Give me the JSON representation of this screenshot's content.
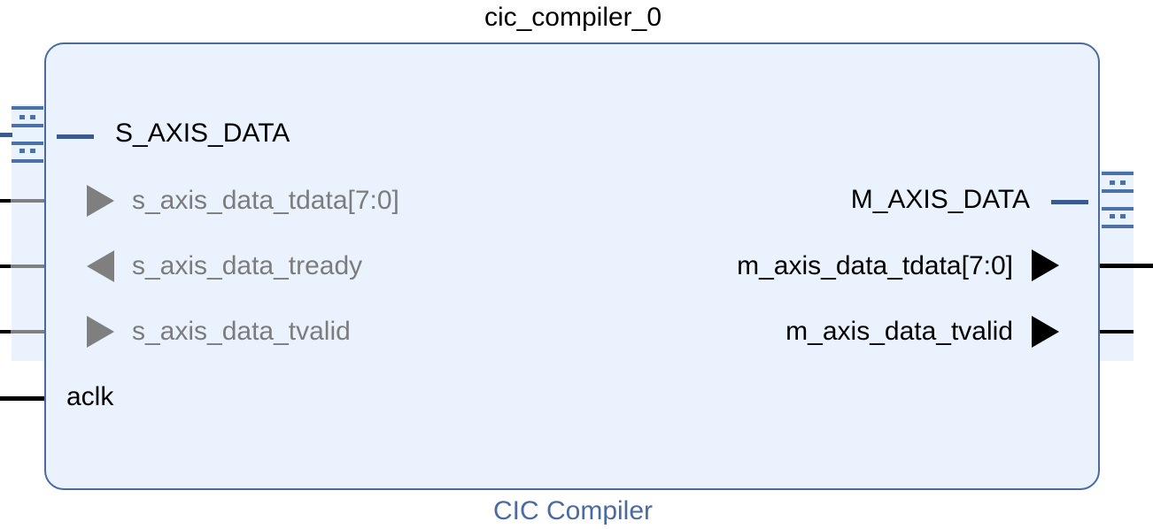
{
  "block": {
    "instance_name": "cic_compiler_0",
    "type_name": "CIC Compiler"
  },
  "inputs": {
    "bus_label": "S_AXIS_DATA",
    "tdata_label": "s_axis_data_tdata[7:0]",
    "tready_label": "s_axis_data_tready",
    "tvalid_label": "s_axis_data_tvalid",
    "clock_label": "aclk"
  },
  "outputs": {
    "bus_label": "M_AXIS_DATA",
    "tdata_label": "m_axis_data_tdata[7:0]",
    "tvalid_label": "m_axis_data_tvalid"
  },
  "colors": {
    "block_fill": "#eaf3fd",
    "block_border": "#4a6aa0",
    "type_label": "#4a6aa0",
    "dim_port": "#7c7c7c",
    "bus_icon": "#4a72a8"
  },
  "icons": {
    "bus_interface": "bus-interface-icon",
    "input_arrow": "arrow-right-icon",
    "output_arrow": "arrow-left-icon"
  }
}
